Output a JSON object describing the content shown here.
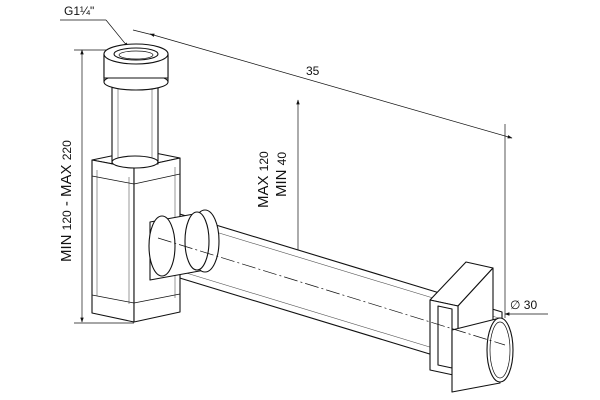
{
  "labels": {
    "thread": "G1¼\"",
    "length": "35",
    "diameter": "∅ 30",
    "height_min": "MIN",
    "height_min_value": "120",
    "height_sep": " - ",
    "height_max": "MAX",
    "height_max_value": "220",
    "inner_max": "MAX",
    "inner_max_value": "120",
    "inner_min": "MIN",
    "inner_min_value": "40"
  },
  "colors": {
    "ink": "#111111",
    "background": "#ffffff"
  }
}
